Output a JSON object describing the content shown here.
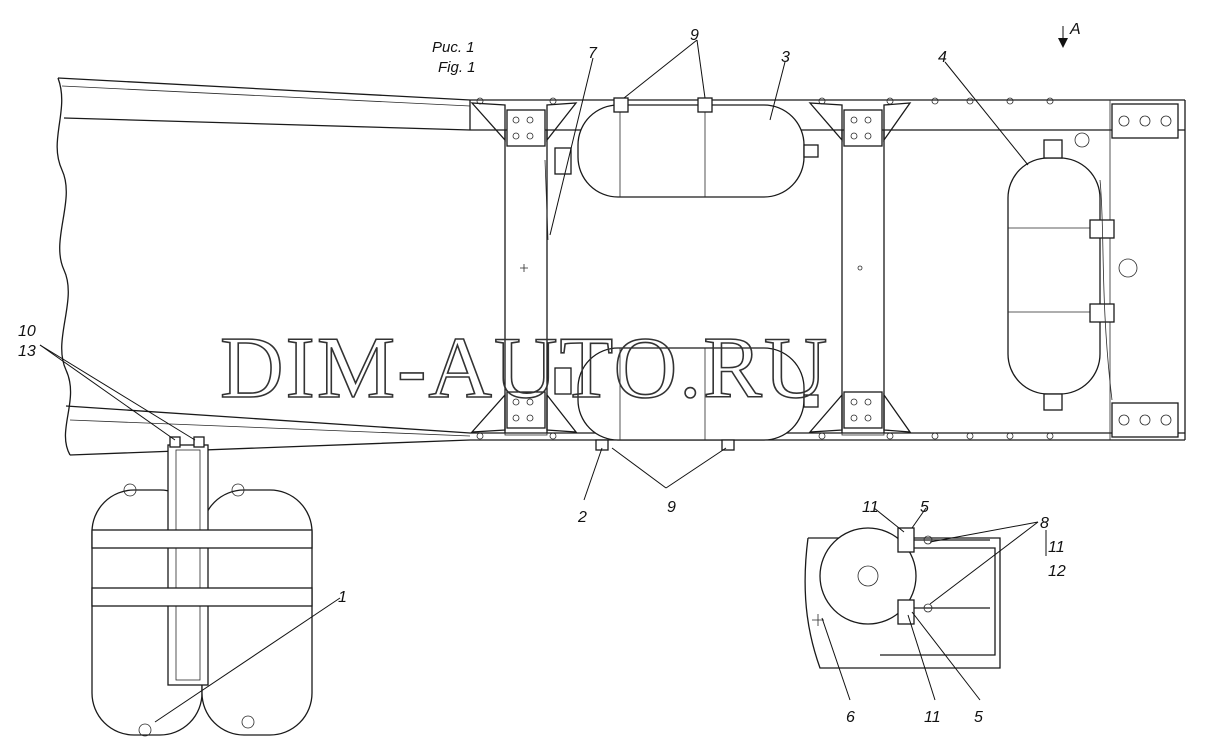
{
  "figure": {
    "caption_ru": "Рис. 1",
    "caption_en": "Fig. 1",
    "view_label": "A",
    "watermark": "DIM-AUTO.RU"
  },
  "callouts": {
    "c1": "1",
    "c2": "2",
    "c3": "3",
    "c4": "4",
    "c5a": "5",
    "c5b": "5",
    "c6": "6",
    "c7": "7",
    "c8": "8",
    "c9a": "9",
    "c9b": "9",
    "c10": "10",
    "c11a": "11",
    "c11b": "11",
    "c11c": "11",
    "c12": "12",
    "c13": "13"
  }
}
